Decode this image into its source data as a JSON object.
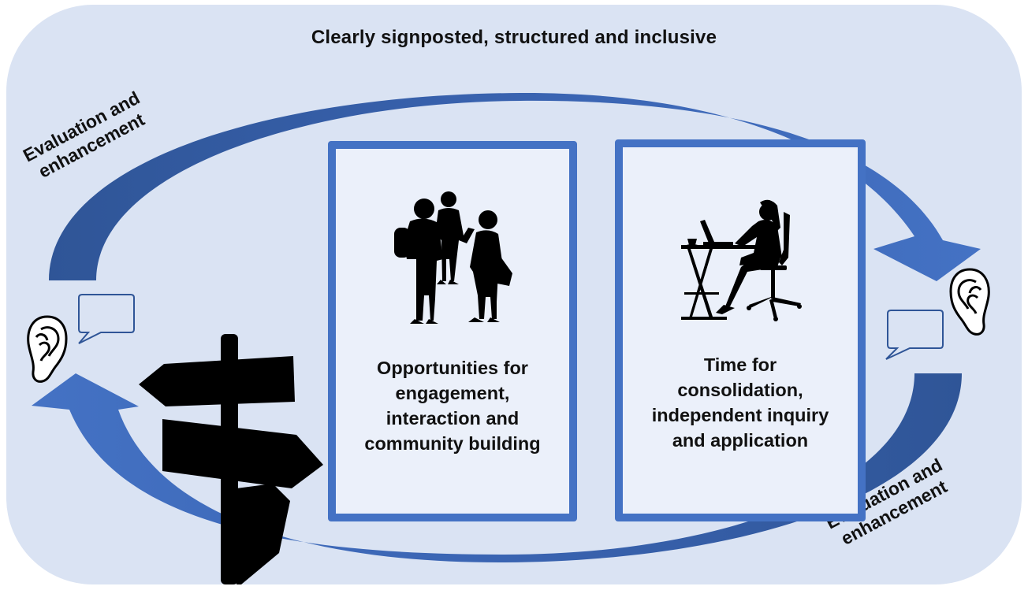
{
  "title": "Clearly signposted, structured and inclusive",
  "cards": [
    {
      "lines": [
        "Opportunities for",
        "engagement,",
        "interaction and",
        "community building"
      ],
      "icon": "group-of-students-icon"
    },
    {
      "lines": [
        "Time for",
        "consolidation,",
        "independent inquiry",
        "and application"
      ],
      "icon": "person-at-desk-icon"
    }
  ],
  "cycle_labels": {
    "top_left": [
      "Evaluation and",
      "enhancement"
    ],
    "bottom_right": [
      "Evaluation and",
      "enhancement"
    ]
  },
  "icons": [
    "ear-icon",
    "speech-bubble-icon",
    "signpost-icon"
  ],
  "colors": {
    "background": "#dae3f3",
    "accent": "#4472c4",
    "accent_dark": "#2f5597",
    "card_fill": "#ebf0fa",
    "silhouette": "#000000"
  }
}
